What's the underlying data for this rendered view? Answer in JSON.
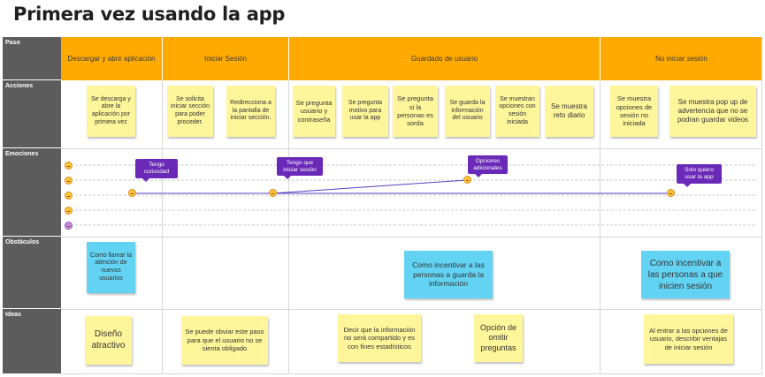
{
  "title": "Primera vez usando la app",
  "rows": {
    "paso": "Paso",
    "acciones": "Acciones",
    "emociones": "Emociones",
    "obstaculos": "Obstáculos",
    "ideas": "Ideas"
  },
  "phases": [
    "Descargar y abrir aplicación",
    "Iniciar Sesión",
    "Guardado de usuario",
    "No iniciar sesión"
  ],
  "actions": [
    "Se descarga y abre la aplicación por primera vez",
    "Se solicita iniciar sección para poder proceder.",
    "Redirecciona a la pantalla de iniciar sección.",
    "Se pregunta usuario y contraseña",
    "Se pregunta motivo para usar la app",
    "Se pregunta si la personas es sorda",
    "Se guarda la información del usuario",
    "Se muestran opciones con sesión iniciada",
    "Se muestra reto diario",
    "Se muestra opciones de sesión no iniciada",
    "Se muestra pop up de advertencia que no se podran guardar videos"
  ],
  "emotions": [
    "Tengo curiosdad",
    "Tengo que iniciar sesión",
    "Opciones adicionales",
    "Solo quiero usar la app"
  ],
  "obstacles": [
    "Como llamar la atención de nuevos usuarios",
    "Como incentivar a las personas a guarda la información",
    "Como incentivar a las personas a que inicien sesión"
  ],
  "ideas": [
    "Diseño atractivo",
    "Se puede obviar este paso para que el usuario no se sienta obligado",
    "Decir que la información no será compartido y es con fines estadísticos",
    "Opción de omitir preguntas",
    "Al entrar a las opciones de usuario, describir ventajas de iniciar sesión"
  ],
  "colors": {
    "phase": "#ffaa00",
    "rowlabel": "#5c5c5c",
    "sticky_yellow": "#fff59a",
    "sticky_blue": "#63d3f3",
    "bubble": "#6a29b7"
  }
}
